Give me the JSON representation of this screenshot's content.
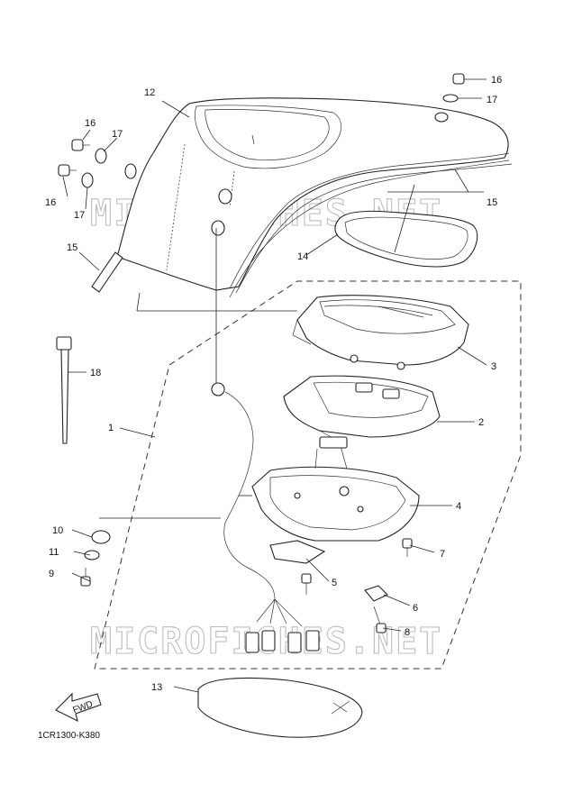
{
  "diagram_code": "1CR1300-K380",
  "watermark": "MICROFICHES.NET",
  "fwd_label": "FWD",
  "callouts": [
    {
      "id": "c1",
      "label": "1"
    },
    {
      "id": "c2",
      "label": "2"
    },
    {
      "id": "c3",
      "label": "3"
    },
    {
      "id": "c4",
      "label": "4"
    },
    {
      "id": "c5",
      "label": "5"
    },
    {
      "id": "c6",
      "label": "6"
    },
    {
      "id": "c7",
      "label": "7"
    },
    {
      "id": "c8",
      "label": "8"
    },
    {
      "id": "c9",
      "label": "9"
    },
    {
      "id": "c10",
      "label": "10"
    },
    {
      "id": "c11",
      "label": "11"
    },
    {
      "id": "c12",
      "label": "12"
    },
    {
      "id": "c13",
      "label": "13"
    },
    {
      "id": "c14",
      "label": "14"
    },
    {
      "id": "c15a",
      "label": "15"
    },
    {
      "id": "c15b",
      "label": "15"
    },
    {
      "id": "c16a",
      "label": "16"
    },
    {
      "id": "c16b",
      "label": "16"
    },
    {
      "id": "c16c",
      "label": "16"
    },
    {
      "id": "c17a",
      "label": "17"
    },
    {
      "id": "c17b",
      "label": "17"
    },
    {
      "id": "c17c",
      "label": "17"
    },
    {
      "id": "c18",
      "label": "18"
    }
  ]
}
